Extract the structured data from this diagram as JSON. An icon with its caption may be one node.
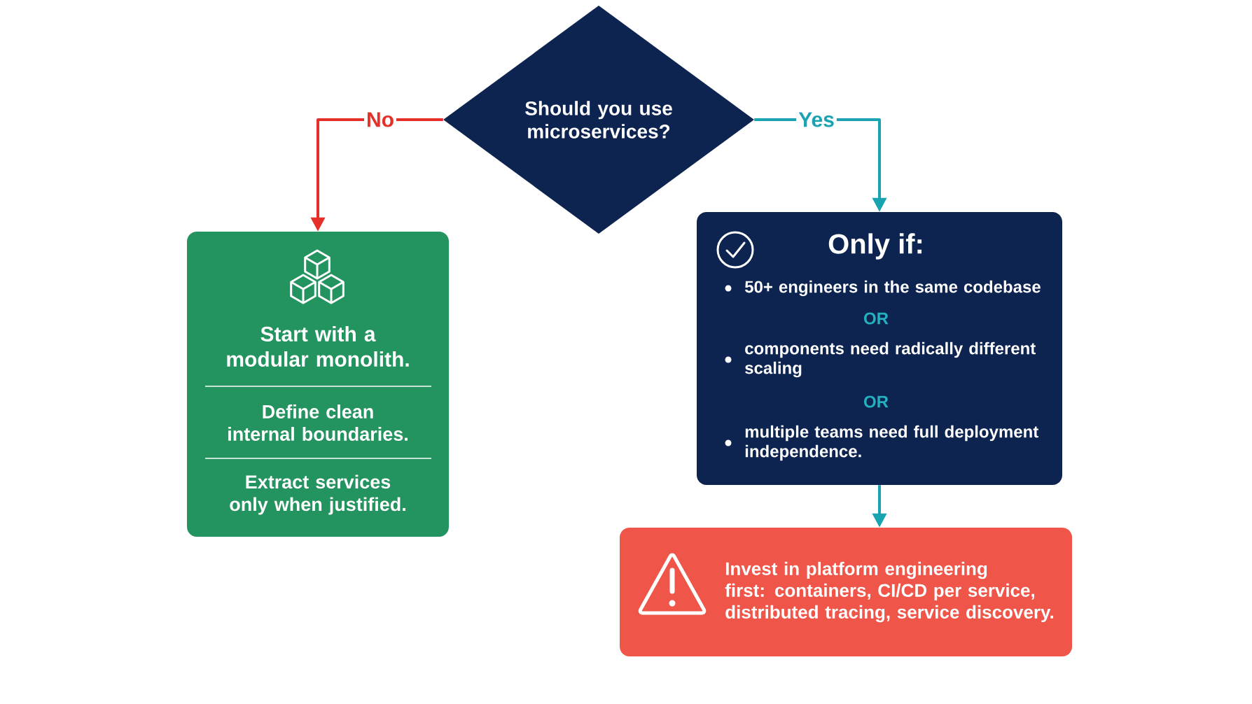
{
  "diagram": {
    "nodes": [
      {
        "text": [
          "Should you use microservices?"
        ]
      },
      {
        "text": [
          "Start with a modular monolith.",
          "Define clean internal boundaries.",
          "Extract services only when justified."
        ]
      },
      {
        "text": [
          "Only if:",
          "50+ engineers in the same codebase",
          "OR",
          "components need radically different scaling",
          "OR",
          "multiple teams need full deployment independence."
        ]
      },
      {
        "text": [
          "Invest in platform engineering first: containers, CI/CD per service, distributed tracing, service discovery."
        ]
      }
    ],
    "edges": [
      {
        "from": 0,
        "to": 1,
        "arrow": "to",
        "label": "No",
        "color": "#e5302a"
      },
      {
        "from": 0,
        "to": 2,
        "arrow": "to",
        "label": "Yes"
      },
      {
        "from": 2,
        "to": 3,
        "arrow": "to"
      }
    ]
  }
}
